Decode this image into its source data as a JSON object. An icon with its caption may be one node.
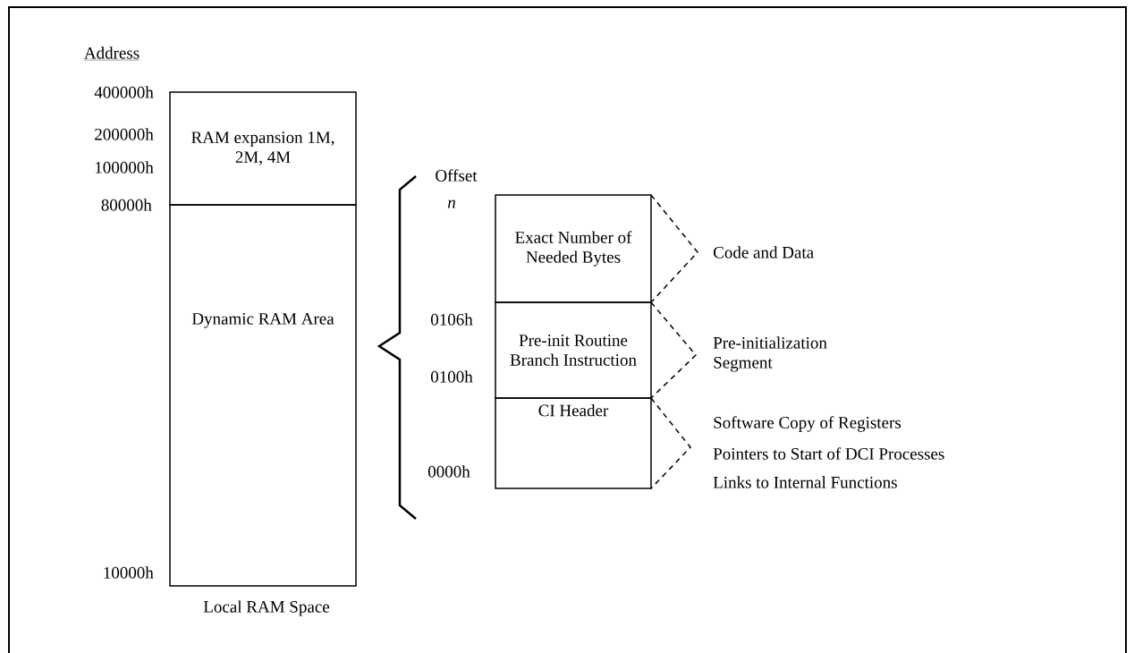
{
  "diagram": {
    "nodes": [
      {
        "text": [
          "RAM expansion 1M, 2M, 4M"
        ]
      },
      {
        "text": [
          "Dynamic RAM Area"
        ]
      },
      {
        "text": [
          "Exact Number of Needed Bytes"
        ]
      },
      {
        "text": [
          "Pre-init Routine Branch Instruction"
        ]
      },
      {
        "text": [
          "CI Header"
        ]
      }
    ],
    "labels": [
      "Address",
      "400000h",
      "200000h",
      "100000h",
      "80000h",
      "10000h",
      "Local RAM Space",
      "Offset",
      "n",
      "0106h",
      "0100h",
      "0000h",
      "Code and Data",
      "Pre-initialization Segment",
      "Software Copy of Registers",
      "Pointers to Start of DCI Processes",
      "Links to Internal Functions"
    ]
  }
}
